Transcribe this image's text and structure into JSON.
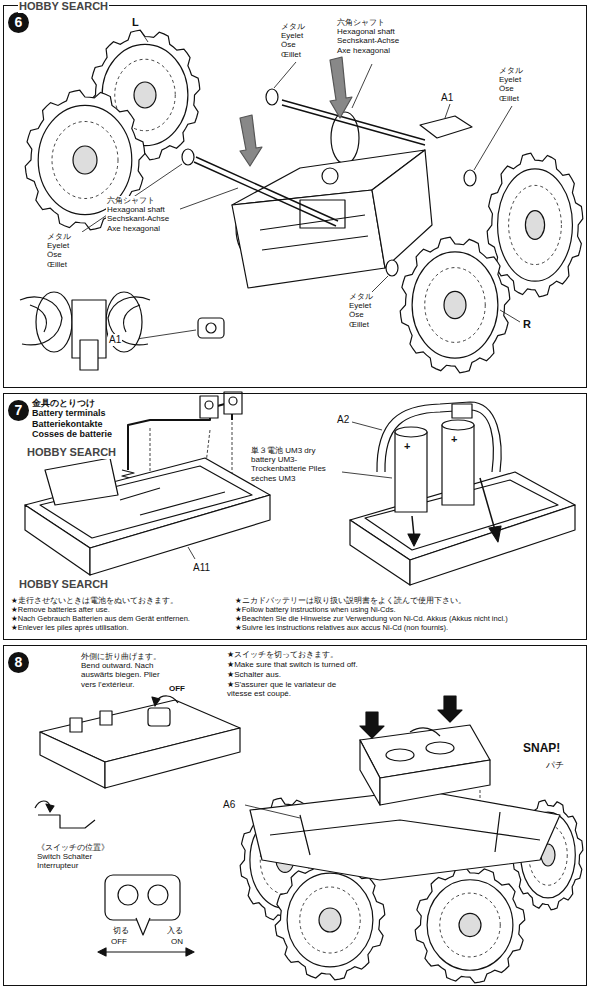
{
  "diagram": {
    "nodes": [
      {
        "text": [
          "6"
        ]
      },
      {
        "text": [
          "7",
          "金具のとりつけ Battery terminals Batteriekontakte Cosses de batterie"
        ]
      },
      {
        "text": [
          "8"
        ]
      }
    ],
    "labels": [
      "HOBBY SEARCH",
      "L",
      "メタル Eyelet Öse Œillet",
      "六角シャフト Hexagonal shaft Sechskant-Achse Axe hexagonal",
      "A1",
      "メタル Eyelet Öse Œillet",
      "六角シャフト Hexagonal shaft Sechskant-Achse Axe hexagonal",
      "メタル Eyelet Öse Œillet",
      "A1",
      "メタル Eyelet Öse Œillet",
      "R",
      "HOBBY SEARCH",
      "A2",
      "+",
      "+",
      "単３電池 UM3 dry battery UM3-Trockenbatterie Piles sèches UM3",
      "A11",
      "HOBBY SEARCH",
      "★走行させないときは電池をぬいておきます。",
      "★Remove batteries after use.",
      "★Nach Gebrauch Batterien aus dem Gerät entfernen.",
      "★Enlever les piles après utilisation.",
      "★ニカドバッテリーは取り扱い説明書をよく読んで使用下さい。",
      "★Follow battery instructions when using Ni-Cds.",
      "★Beachten Sie die Hinweise zur Verwendung von Ni-Cd. Akkus (Akkus nicht incl.)",
      "★Suivre les instructions relatives aux accus Ni-Cd (non fournis).",
      "外側に折り曲げます。 Bend outward. Nach auswärts biegen. Plier vers l'extérieur.",
      "OFF",
      "★スイッチを切っておきます。",
      "★Make sure that switch is turned off.",
      "★Schalter aus.",
      "★S'assurer que le variateur de vitesse est coupé.",
      "SNAP!",
      "パチ",
      "A6",
      "《スイッチの位置》 Switch Schalter Interrupteur",
      "切る",
      "OFF",
      "入る",
      "ON"
    ]
  }
}
